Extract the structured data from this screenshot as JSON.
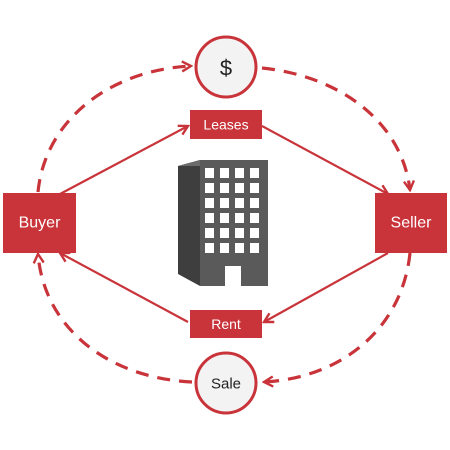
{
  "colors": {
    "accent": "#c8343a",
    "building_front": "#5a5a5a",
    "building_side": "#3e3e3e",
    "window": "#ffffff",
    "circle_fill": "#f3f3f3"
  },
  "nodes": {
    "buyer": {
      "label": "Buyer"
    },
    "seller": {
      "label": "Seller"
    },
    "leases": {
      "label": "Leases"
    },
    "rent": {
      "label": "Rent"
    },
    "money": {
      "label": "$"
    },
    "sale": {
      "label": "Sale"
    }
  },
  "center_icon": "office-building-icon"
}
